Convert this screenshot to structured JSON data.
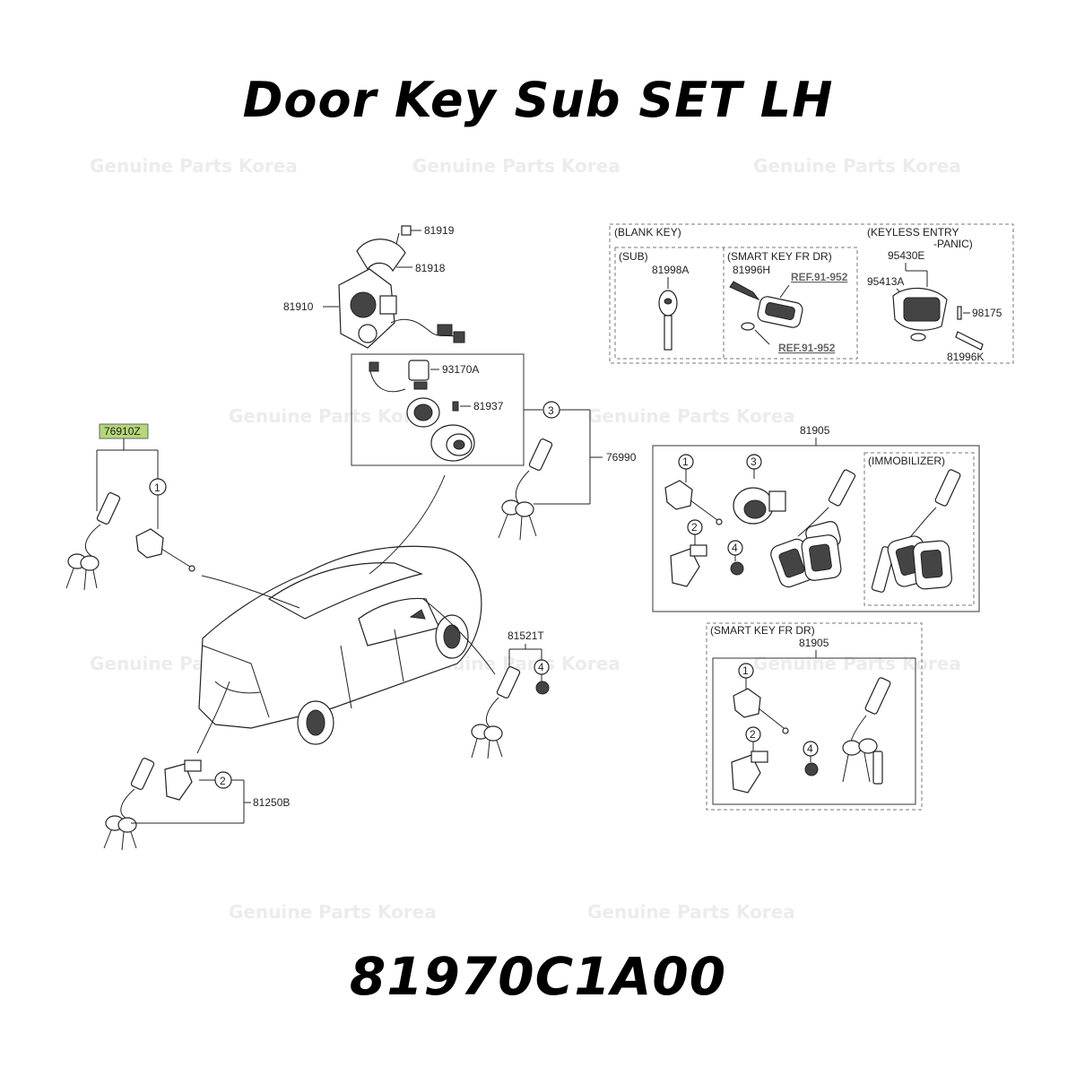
{
  "title": "Door Key Sub SET LH",
  "part_number": "81970C1A00",
  "watermark": "Genuine Parts Korea",
  "highlight_color": "#b5d67a",
  "callouts": {
    "c81919": "81919",
    "c81918": "81918",
    "c81910": "81910",
    "c93170A": "93170A",
    "c81937": "81937",
    "c76990": "76990",
    "c76910Z": "76910Z",
    "c81905": "81905",
    "c81905b": "81905",
    "c81521T": "81521T",
    "c81250B": "81250B",
    "c81998A": "81998A",
    "c81996H": "81996H",
    "c95430E": "95430E",
    "c95413A": "95413A",
    "c98175": "98175",
    "c81996K": "81996K"
  },
  "refs": {
    "r1": "REF.91-952",
    "r2": "REF.91-952"
  },
  "boxes": {
    "blank_key": "(BLANK KEY)",
    "sub": "(SUB)",
    "smart_key_fr_dr": "(SMART KEY FR DR)",
    "keyless_entry_1": "(KEYLESS ENTRY",
    "keyless_entry_2": "-PANIC)",
    "immobilizer": "(IMMOBILIZER)",
    "smart_key_fr_dr_2": "(SMART KEY FR DR)"
  },
  "circled": {
    "n1": "1",
    "n2": "2",
    "n3": "3",
    "n4": "4"
  }
}
